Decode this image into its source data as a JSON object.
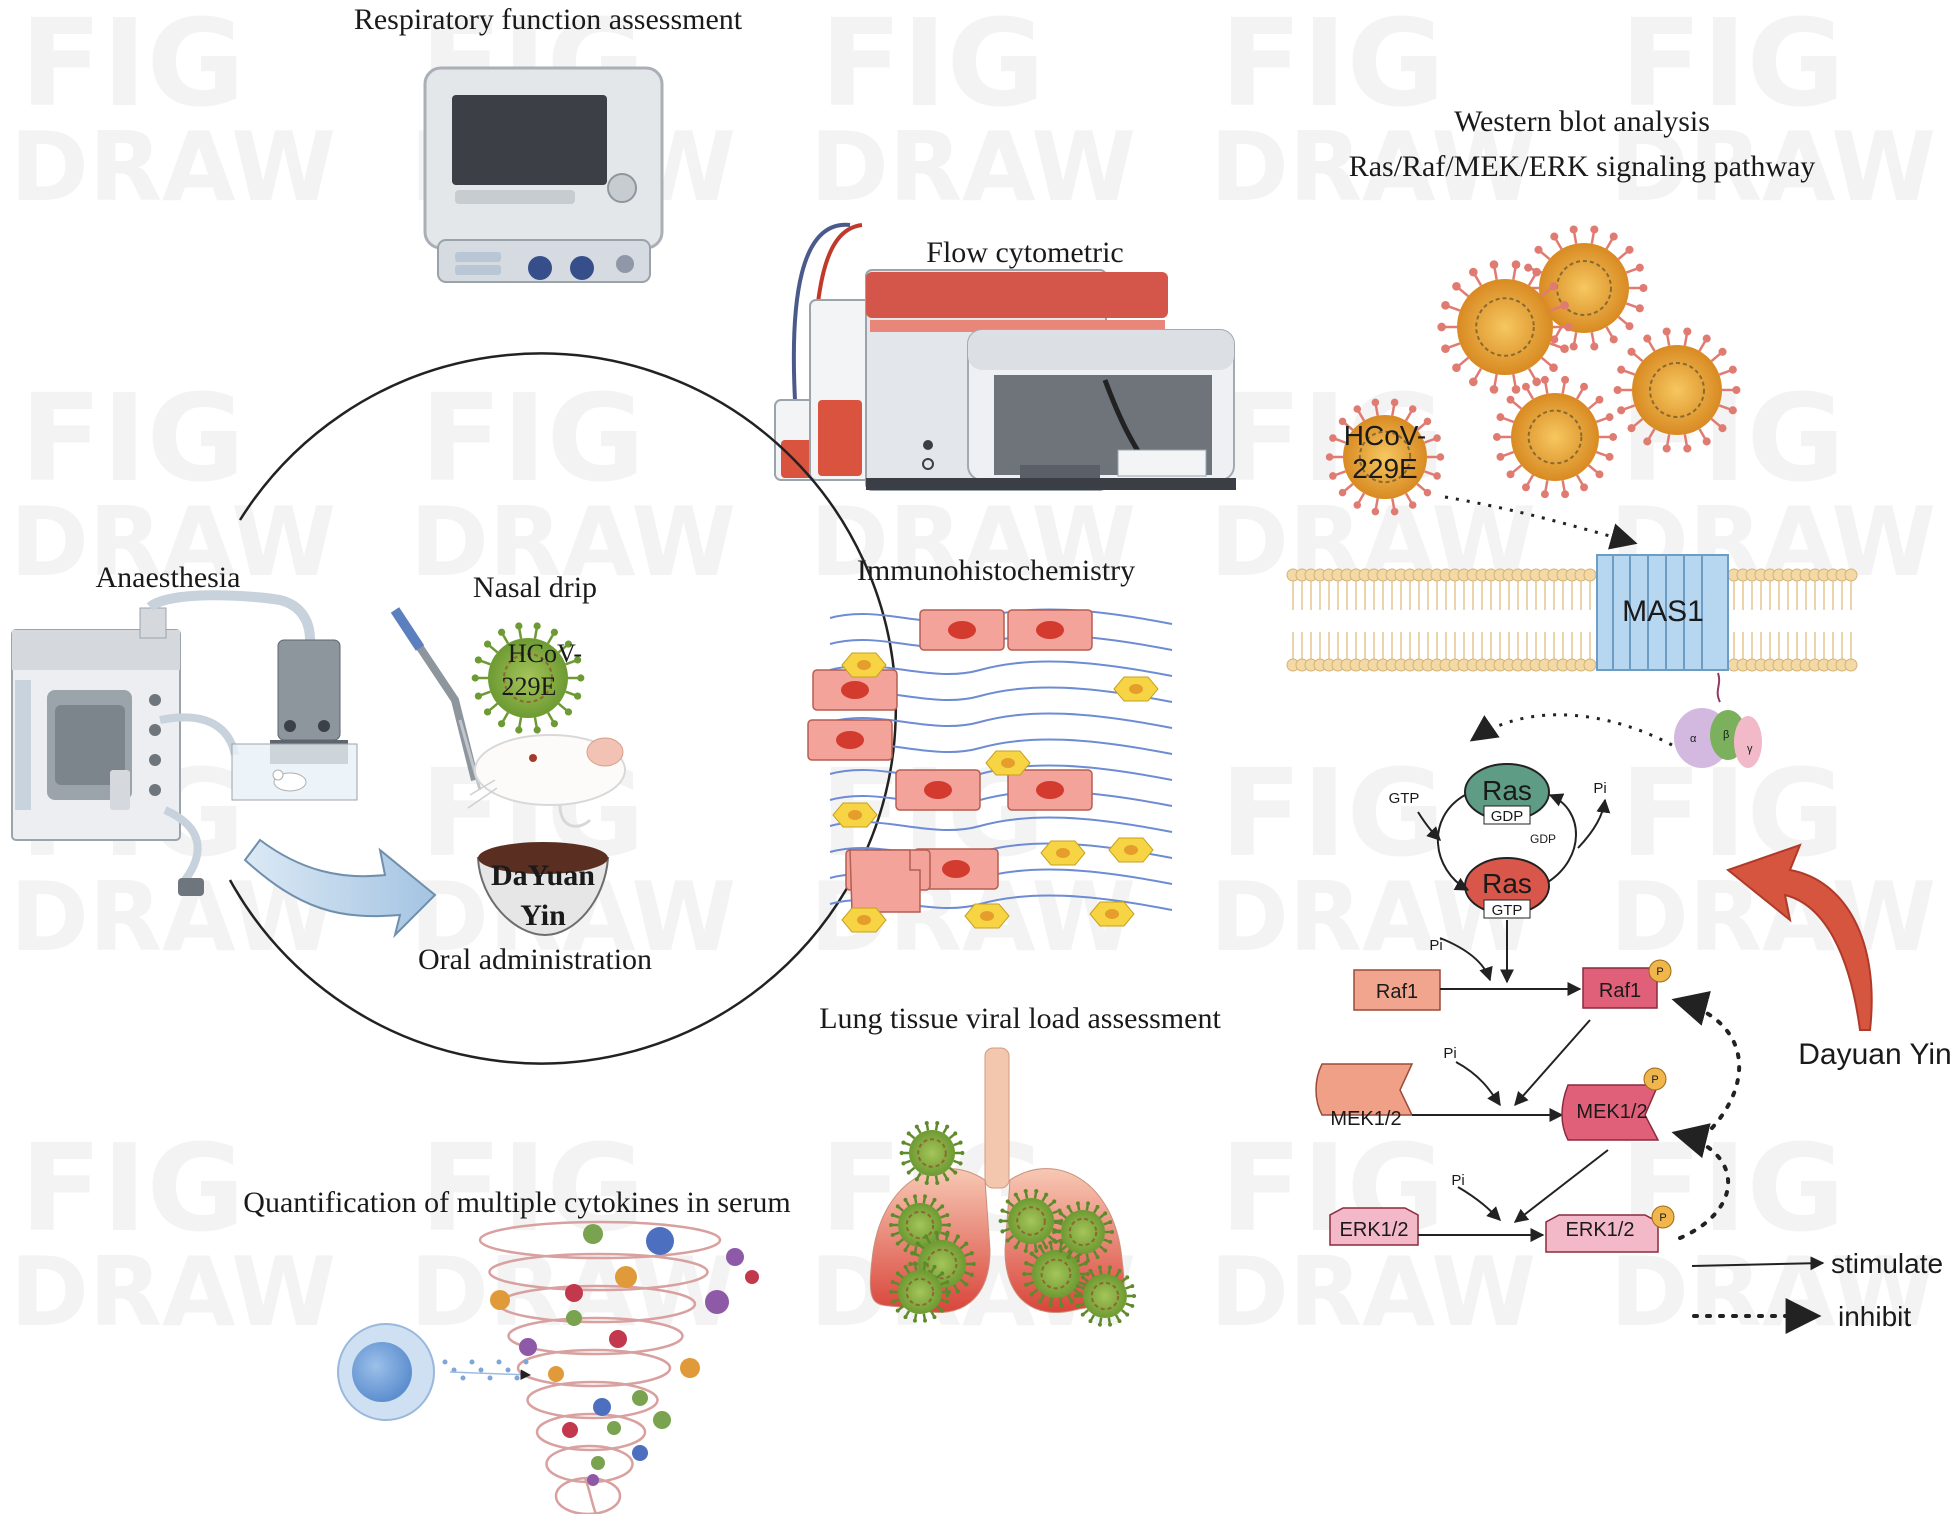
{
  "watermark": {
    "text_top": "FIG",
    "text_bottom": "DRAW"
  },
  "labels": {
    "respiratory": "Respiratory function assessment",
    "flow": "Flow cytometric",
    "immuno": "Immunohistochemistry",
    "lung": "Lung tissue viral load assessment",
    "cytokines": "Quantification of multiple cytokines in serum",
    "anaesthesia": "Anaesthesia",
    "nasal": "Nasal drip",
    "oral": "Oral administration",
    "virus_left_1": "HCoV-",
    "virus_left_2": "229E",
    "bowl_1": "DaYuan",
    "bowl_2": "Yin",
    "western_1": "Western blot analysis",
    "western_2": "Ras/Raf/MEK/ERK signaling pathway",
    "virus_right_1": "HCoV-",
    "virus_right_2": "229E",
    "receptor": "MAS1",
    "gprot_a": "α",
    "gprot_b": "β",
    "gprot_g": "γ",
    "ras_gdp": "Ras",
    "gdp": "GDP",
    "ras_gtp": "Ras",
    "gtp": "GTP",
    "gtp_in": "GTP",
    "gdp_out": "GDP",
    "pi_top": "Pi",
    "pi_raf": "Pi",
    "pi_mek": "Pi",
    "pi_erk": "Pi",
    "raf1": "Raf1",
    "raf1_p": "Raf1",
    "mek": "MEK1/2",
    "mek_p": "MEK1/2",
    "erk": "ERK1/2",
    "erk_p": "ERK1/2",
    "p_badge": "P",
    "dayuan": "Dayuan Yin",
    "legend_stimulate": "stimulate",
    "legend_inhibit": "inhibit"
  },
  "colors": {
    "ras_gdp": "#5e9c86",
    "ras_gtp": "#d9564a",
    "virus": "#e8a23a",
    "spike": "#e07b72",
    "membrane": "#f2d9a6",
    "receptor": "#a9cdea",
    "arrow_red": "#d6553f",
    "raf": "#f1a48e",
    "mek": "#f0a087",
    "erk": "#f3b9c9",
    "phospho": "#e0607a",
    "badge": "#f0b64b"
  }
}
